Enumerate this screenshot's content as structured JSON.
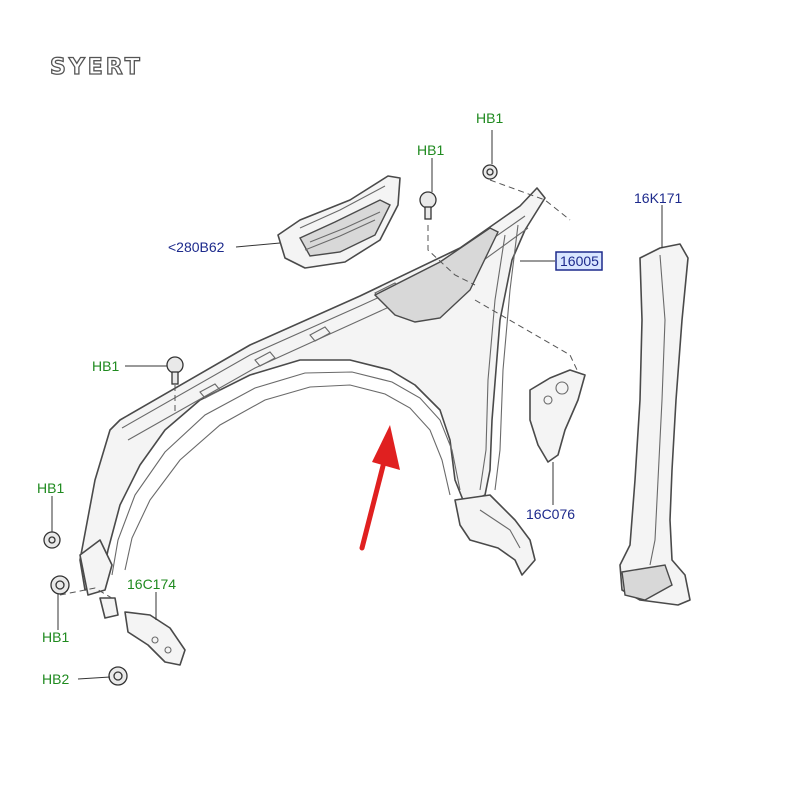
{
  "logo": {
    "text": "SYERT"
  },
  "callouts": {
    "hb1_top_right": "HB1",
    "hb1_top_mid": "HB1",
    "hb1_left_mid": "HB1",
    "hb1_left_upper": "HB1",
    "hb1_left_lower": "HB1",
    "hb2": "HB2",
    "b280": "<280B62",
    "fender": "16005",
    "c076": "16C076",
    "k171": "16K171",
    "c174": "16C174"
  },
  "colors": {
    "callout_green": "#1f8a1f",
    "callout_navy": "#1d2a8c",
    "highlight_box": "#1d2a8c",
    "arrow_red": "#e02020"
  }
}
